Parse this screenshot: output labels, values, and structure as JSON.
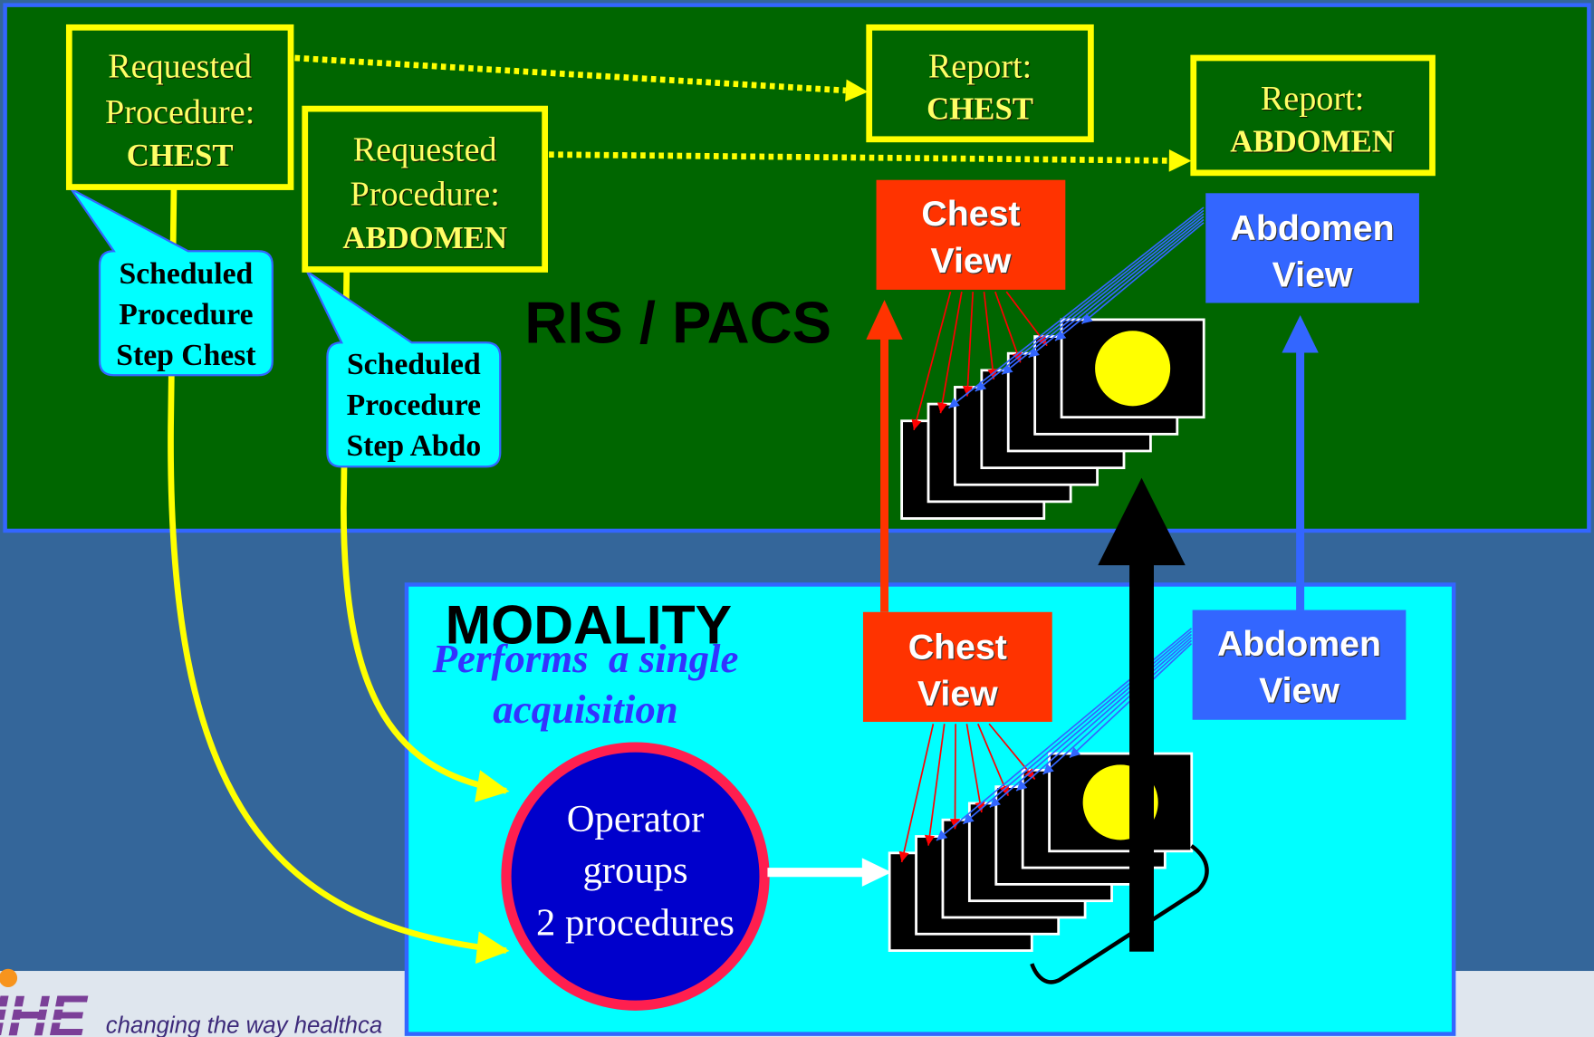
{
  "colors": {
    "background": "#34669a",
    "footer_band": "#dfe6ee",
    "ris_panel": "#006600",
    "modality_panel": "#00ffff",
    "panel_border": "#3366ff",
    "procedure_box": "#ffff00",
    "callout": "#00ffff",
    "chest_view": "#ff3300",
    "abdomen_view": "#3366ff",
    "operator_fill": "#0000cc",
    "operator_ring": "#ff1f4f",
    "image_disc": "#ffff00",
    "acquisition_arrow": "#000000"
  },
  "ris_pacs": {
    "title": "RIS / PACS",
    "requested_chest": {
      "line1": "Requested",
      "line2": "Procedure:",
      "line3": "CHEST"
    },
    "requested_abdomen": {
      "line1": "Requested",
      "line2": "Procedure:",
      "line3": "ABDOMEN"
    },
    "report_chest": {
      "line1": "Report:",
      "line2": "CHEST"
    },
    "report_abdomen": {
      "line1": "Report:",
      "line2": "ABDOMEN"
    },
    "sps_chest": {
      "line1": "Scheduled",
      "line2": "Procedure",
      "line3": "Step Chest"
    },
    "sps_abdo": {
      "line1": "Scheduled",
      "line2": "Procedure",
      "line3": "Step Abdo"
    },
    "chest_view": {
      "line1": "Chest",
      "line2": "View"
    },
    "abdomen_view": {
      "line1": "Abdomen",
      "line2": "View"
    }
  },
  "modality": {
    "title": "MODALITY",
    "subtitle": {
      "line1": "Performs  a single",
      "line2": "acquisition"
    },
    "operator": {
      "line1": "Operator",
      "line2": "groups",
      "line3": "2 procedures"
    },
    "chest_view": {
      "line1": "Chest",
      "line2": "View"
    },
    "abdomen_view": {
      "line1": "Abdomen",
      "line2": "View"
    }
  },
  "footer": {
    "logo": "IHE",
    "tagline": "changing the way healthca"
  }
}
